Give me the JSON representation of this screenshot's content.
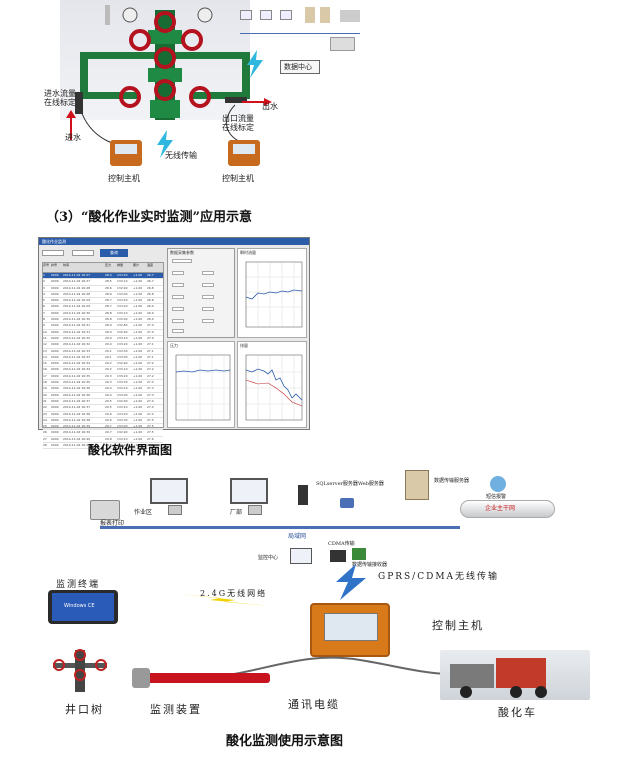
{
  "top_diagram": {
    "labels": {
      "inlet_flow": "进水流量",
      "inlet_calib": "在线标定",
      "inlet": "进水",
      "wireless": "无线传输",
      "outlet": "出水",
      "outlet_flow": "出口流量",
      "outlet_calib": "在线标定",
      "controller_left": "控制主机",
      "controller_right": "控制主机",
      "data_center": "数据中心"
    }
  },
  "caption_3": "（3）“酸化作业实时监测”应用示意",
  "caption_software": "酸化软件界面图",
  "caption_usage": "酸化监测使用示意图",
  "software": {
    "window_title": "酸化作业监测",
    "search_btn": "查询",
    "panel_title": "数据采集参数",
    "chart_titles": [
      "瞬时流量",
      "压力",
      "排量"
    ],
    "table_headers": [
      "序号",
      "井号",
      "时间",
      "压力",
      "排量",
      "累计",
      "温度"
    ],
    "rows": [
      [
        "1",
        "0000",
        "2014-11-02 16:27",
        "28.4",
        "133.20",
        "+1.00",
        "26.7"
      ],
      [
        "2",
        "0000",
        "2014-11-02 16:27",
        "28.5",
        "133.10",
        "+1.00",
        "26.7"
      ],
      [
        "3",
        "0000",
        "2014-11-02 16:28",
        "28.6",
        "132.90",
        "+1.00",
        "26.8"
      ],
      [
        "4",
        "0000",
        "2014-11-02 16:28",
        "28.6",
        "133.00",
        "+1.00",
        "26.8"
      ],
      [
        "5",
        "0000",
        "2014-11-02 16:29",
        "28.7",
        "133.40",
        "+1.00",
        "26.8"
      ],
      [
        "6",
        "0000",
        "2014-11-02 16:29",
        "28.7",
        "133.20",
        "+1.00",
        "26.9"
      ],
      [
        "7",
        "0000",
        "2014-11-02 16:30",
        "28.8",
        "133.10",
        "+1.00",
        "26.9"
      ],
      [
        "8",
        "0000",
        "2014-11-02 16:30",
        "28.8",
        "133.00",
        "+1.00",
        "26.9"
      ],
      [
        "9",
        "0000",
        "2014-11-02 16:31",
        "28.9",
        "132.80",
        "+1.00",
        "27.0"
      ],
      [
        "10",
        "0000",
        "2014-11-02 16:31",
        "28.9",
        "132.90",
        "+1.00",
        "27.0"
      ],
      [
        "11",
        "0000",
        "2014-11-02 16:32",
        "29.0",
        "133.10",
        "+1.00",
        "27.0"
      ],
      [
        "12",
        "0000",
        "2014-11-02 16:32",
        "29.0",
        "133.20",
        "+1.00",
        "27.1"
      ],
      [
        "13",
        "0000",
        "2014-11-02 16:33",
        "29.1",
        "133.30",
        "+1.00",
        "27.1"
      ],
      [
        "14",
        "0000",
        "2014-11-02 16:33",
        "29.1",
        "133.00",
        "+1.00",
        "27.1"
      ],
      [
        "15",
        "0000",
        "2014-11-02 16:34",
        "29.2",
        "132.90",
        "+1.00",
        "27.2"
      ],
      [
        "16",
        "0000",
        "2014-11-02 16:34",
        "29.2",
        "133.10",
        "+1.00",
        "27.2"
      ],
      [
        "17",
        "0000",
        "2014-11-02 16:35",
        "29.3",
        "133.20",
        "+1.00",
        "27.2"
      ],
      [
        "18",
        "0000",
        "2014-11-02 16:35",
        "29.3",
        "133.30",
        "+1.00",
        "27.3"
      ],
      [
        "19",
        "0000",
        "2014-11-02 16:36",
        "29.4",
        "133.10",
        "+1.00",
        "27.3"
      ],
      [
        "20",
        "0000",
        "2014-11-02 16:36",
        "29.4",
        "133.00",
        "+1.00",
        "27.3"
      ],
      [
        "21",
        "0000",
        "2014-11-02 16:37",
        "29.5",
        "132.90",
        "+1.00",
        "27.4"
      ],
      [
        "22",
        "0000",
        "2014-11-02 16:37",
        "29.5",
        "133.10",
        "+1.00",
        "27.4"
      ],
      [
        "23",
        "0000",
        "2014-11-02 16:38",
        "29.6",
        "133.20",
        "+1.00",
        "27.4"
      ],
      [
        "24",
        "0000",
        "2014-11-02 16:38",
        "29.6",
        "133.30",
        "+1.00",
        "27.5"
      ],
      [
        "25",
        "0000",
        "2014-11-02 16:39",
        "29.7",
        "133.00",
        "+1.00",
        "27.5"
      ],
      [
        "26",
        "0000",
        "2014-11-02 16:39",
        "29.7",
        "132.90",
        "+1.00",
        "27.5"
      ],
      [
        "27",
        "0000",
        "2014-11-02 16:40",
        "29.8",
        "133.10",
        "+1.00",
        "27.6"
      ],
      [
        "28",
        "0000",
        "2014-11-02 16:40",
        "29.8",
        "133.20",
        "+1.00",
        "27.6"
      ]
    ]
  },
  "network": {
    "labels": {
      "report_print": "报表打印",
      "workstation": "作业区",
      "factory": "厂部",
      "sql_server": "SQLserver服务器",
      "web_server": "Web服务器",
      "data_server": "数据传输服务器",
      "sms": "短信报警",
      "enterprise_net": "企业主干网",
      "lan": "局域网",
      "monitor_center": "监控中心",
      "cdma": "CDMA传输",
      "data_receiver": "数据传输接收器",
      "gprs": "GPRS/CDMA无线传输",
      "terminal": "监测终端",
      "network_4g": "2.4G无线网络",
      "controller": "控制主机",
      "wellhead": "井口树",
      "monitor_device": "监测装置",
      "cable": "通讯电缆",
      "acid_truck": "酸化车",
      "terminal_screen": "Windows CE"
    }
  }
}
